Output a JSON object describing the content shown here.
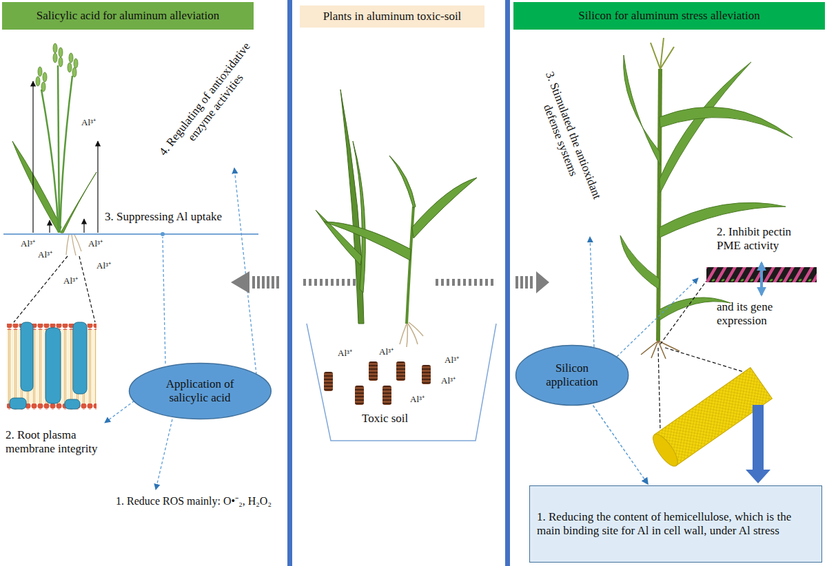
{
  "diagram": {
    "nodes": [
      {
        "text": [
          "Salicylic acid for aluminum alleviation"
        ]
      },
      {
        "text": [
          "Plants in aluminum toxic-soil"
        ]
      },
      {
        "text": [
          "Silicon for aluminum stress alleviation"
        ]
      },
      {
        "text": [
          "Application of salicylic acid"
        ]
      },
      {
        "text": [
          "Silicon application"
        ]
      },
      {
        "text": [
          "1. Reducing the content of hemicellulose, which is the main binding site for Al in cell wall, under Al stress"
        ]
      }
    ],
    "edges": [
      {
        "from": 4,
        "to": 5,
        "arrow": "to"
      }
    ],
    "labels": [
      "4. Regulating of antioxidative enzyme activities",
      "3. Suppressing Al uptake",
      "2. Root plasma membrane integrity",
      "1. Reduce ROS mainly: O•⁻₂, H₂O₂",
      "Al³⁺",
      "Al³⁺",
      "Al³⁺",
      "Al³⁺",
      "Al³⁺",
      "Al³⁺",
      "Al³⁺",
      "Al³⁺",
      "Al³⁺",
      "Al³⁺",
      "Al³⁺",
      "Toxic soil",
      "3. Stimulated the antioxidant defense systems",
      "2. Inhibit pectin PME activity",
      "and its gene expression"
    ]
  }
}
